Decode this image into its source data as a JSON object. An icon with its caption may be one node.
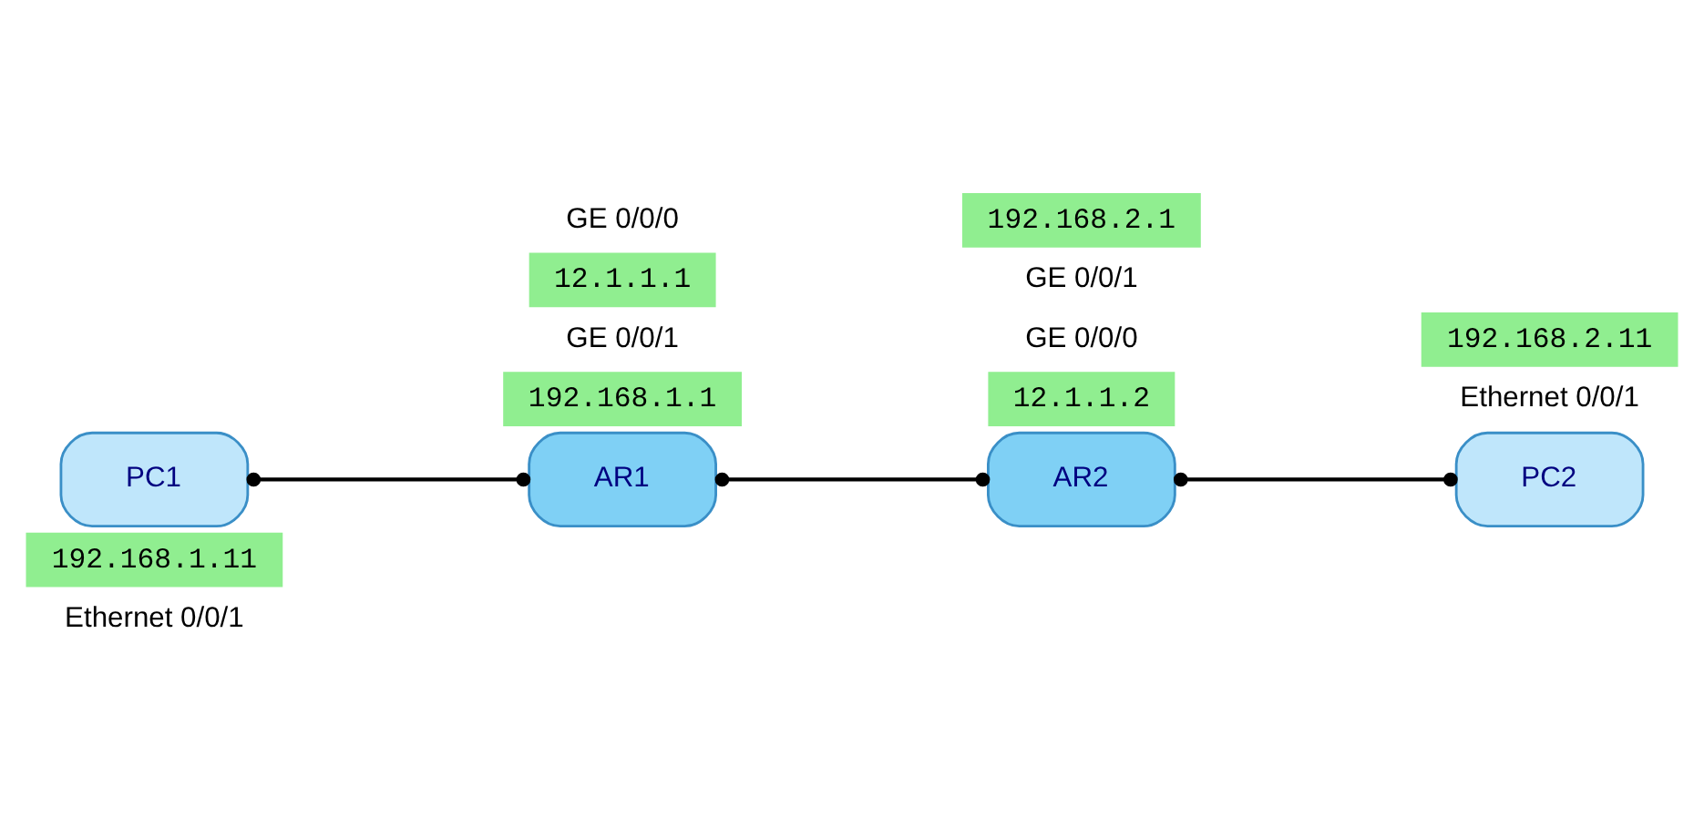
{
  "diagram": {
    "nodes": [
      {
        "text": [
          "PC1"
        ],
        "beside": [
          "Ethernet 0/0/1",
          "192.168.1.11"
        ]
      },
      {
        "text": [
          "AR1"
        ],
        "beside": [
          "192.168.1.1",
          "GE 0/0/1",
          "12.1.1.1",
          "GE 0/0/0"
        ]
      },
      {
        "text": [
          "AR2"
        ],
        "beside": [
          "12.1.1.2",
          "GE 0/0/0",
          "GE 0/0/1",
          "192.168.2.1"
        ]
      },
      {
        "text": [
          "PC2"
        ],
        "beside": [
          "Ethernet 0/0/1",
          "192.168.2.11"
        ]
      }
    ],
    "edges": [
      {
        "from": 0,
        "to": 1,
        "arrow": "other"
      },
      {
        "from": 1,
        "to": 2,
        "arrow": "other"
      },
      {
        "from": 2,
        "to": 3,
        "arrow": "other"
      }
    ]
  }
}
